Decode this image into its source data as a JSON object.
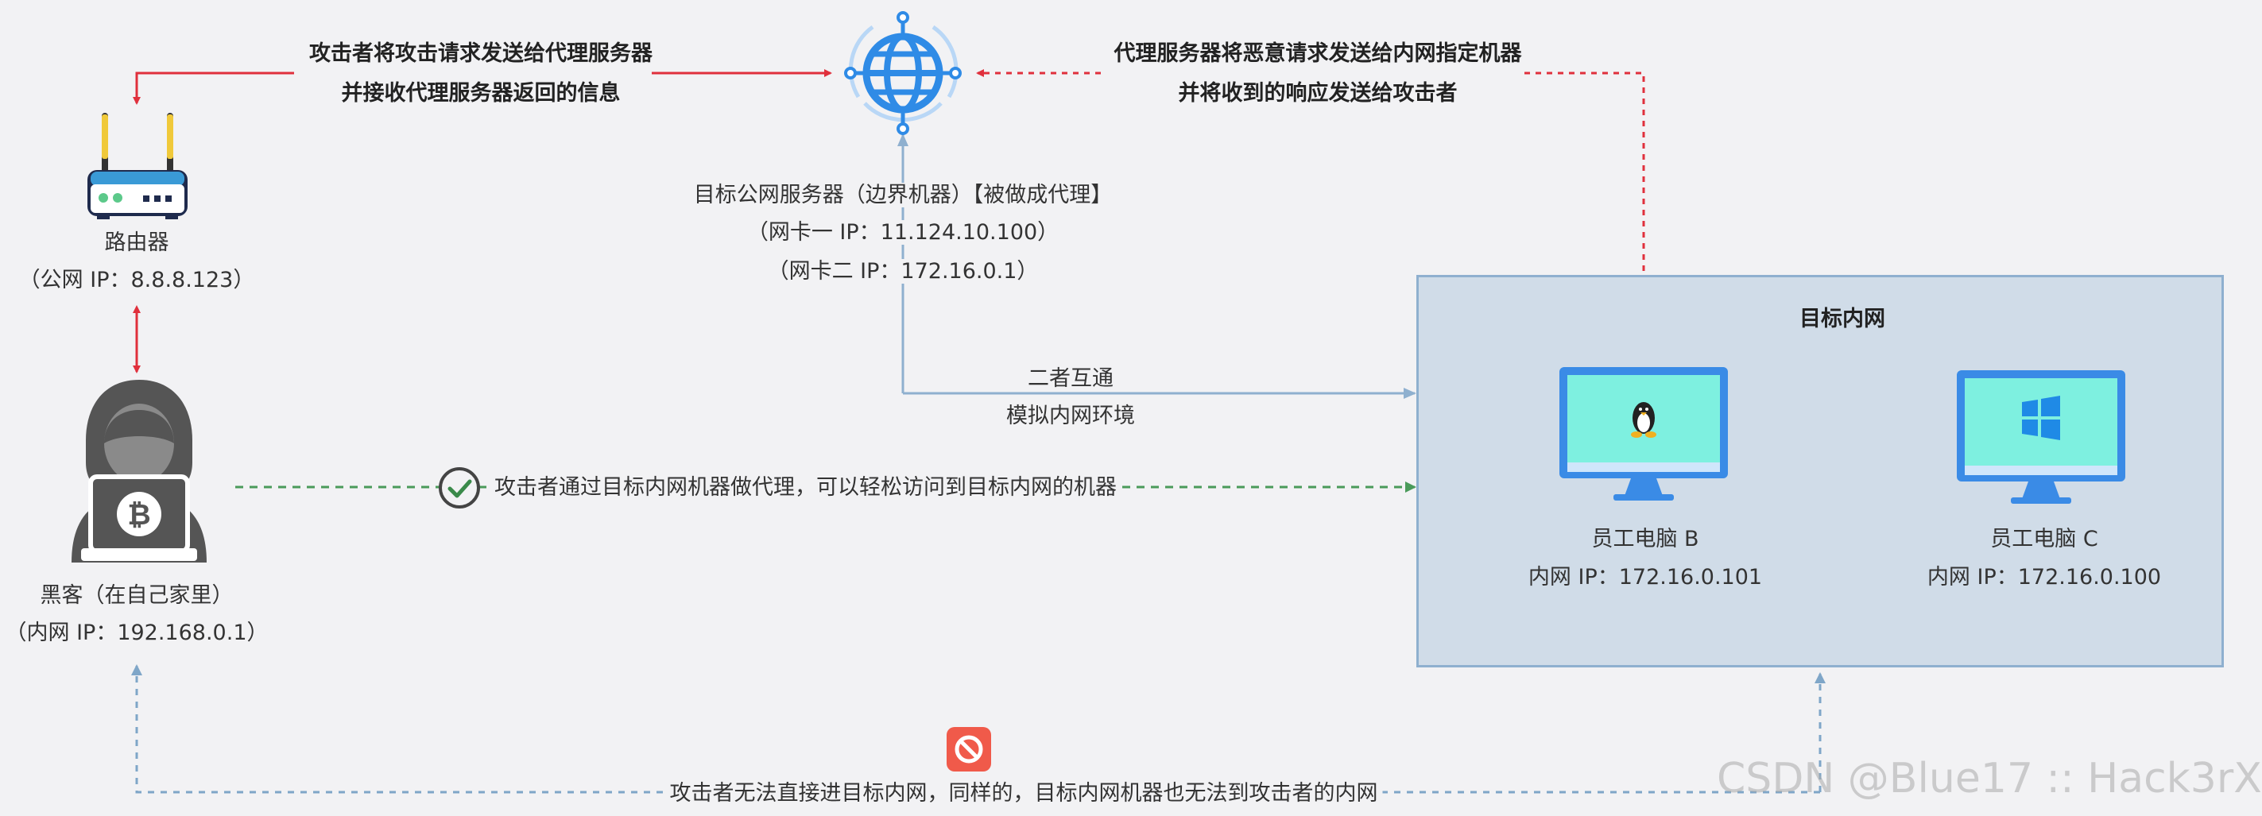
{
  "router": {
    "name": "路由器",
    "ip": "（公网 IP：8.8.8.123）"
  },
  "hacker": {
    "name": "黑客（在自己家里）",
    "ip": "（内网 IP：192.168.0.1）"
  },
  "server": {
    "name": "目标公网服务器（边界机器）【被做成代理】",
    "nic1": "（网卡一 IP：11.124.10.100）",
    "nic2": "（网卡二 IP：172.16.0.1）"
  },
  "arrows": {
    "attacker_to_proxy_1": "攻击者将攻击请求发送给代理服务器",
    "attacker_to_proxy_2": "并接收代理服务器返回的信息",
    "proxy_to_intranet_1": "代理服务器将恶意请求发送给内网指定机器",
    "proxy_to_intranet_2": "并将收到的响应发送给攻击者",
    "interconnect_1": "二者互通",
    "interconnect_2": "模拟内网环境",
    "proxy_access": "攻击者通过目标内网机器做代理，可以轻松访问到目标内网的机器",
    "no_access": "攻击者无法直接进目标内网，同样的，目标内网机器也无法到攻击者的内网"
  },
  "intranet": {
    "title": "目标内网",
    "pc_b": {
      "name": "员工电脑 B",
      "ip": "内网 IP：172.16.0.101"
    },
    "pc_c": {
      "name": "员工电脑 C",
      "ip": "内网 IP：172.16.0.100"
    }
  },
  "watermark": "CSDN @Blue17 :: Hack3rX",
  "colors": {
    "red": "#e0303c",
    "green": "#4a9a5a",
    "blue_line": "#8fb0cf",
    "dotted_blue": "#7fa6c8",
    "globe": "#2f8be6",
    "monitor": "#3a8be6",
    "screen": "#7ef0e0",
    "hacker": "#555555",
    "forbid": "#f05a4a"
  },
  "icons": [
    "router-icon",
    "globe-icon",
    "hacker-icon",
    "linux-monitor-icon",
    "windows-monitor-icon",
    "check-circle-icon",
    "forbidden-icon"
  ]
}
